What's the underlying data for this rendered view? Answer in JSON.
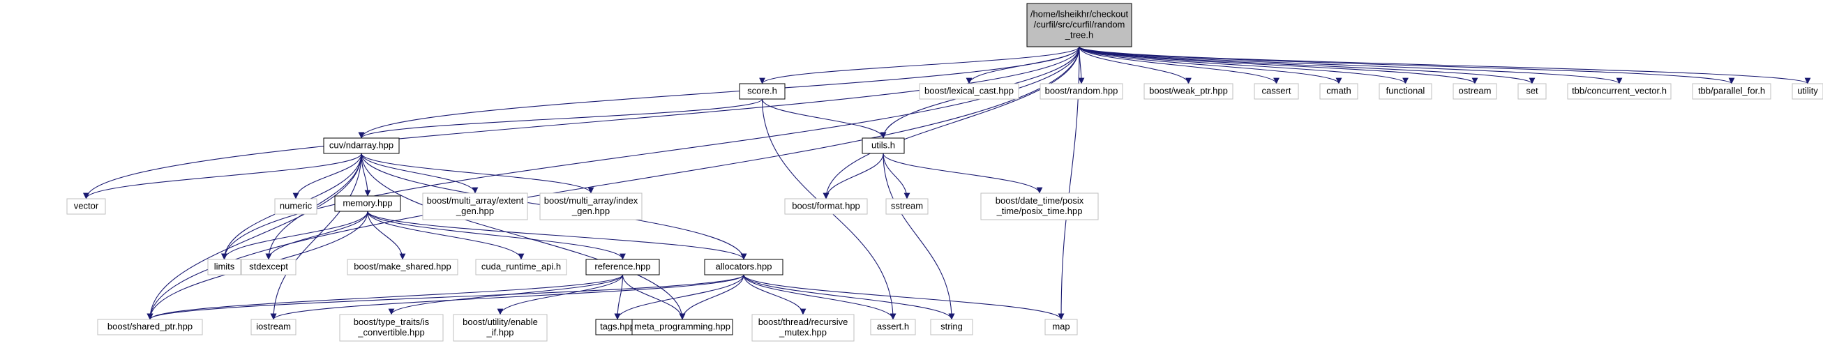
{
  "colors": {
    "root_fill": "#bfbfbf",
    "root_stroke": "#000000",
    "documented_stroke": "#000000",
    "external_stroke": "#bfbfbf",
    "node_fill": "#ffffff",
    "edge": "#191970"
  },
  "nodes": [
    {
      "id": "random_tree",
      "lines": [
        "/home/lsheikhr/checkout",
        "/curfil/src/curfil/random",
        "_tree.h"
      ],
      "kind": "root"
    },
    {
      "id": "score",
      "lines": [
        "score.h"
      ],
      "kind": "documented"
    },
    {
      "id": "cuv_ndarray",
      "lines": [
        "cuv/ndarray.hpp"
      ],
      "kind": "documented"
    },
    {
      "id": "utils",
      "lines": [
        "utils.h"
      ],
      "kind": "documented"
    },
    {
      "id": "memory",
      "lines": [
        "memory.hpp"
      ],
      "kind": "documented"
    },
    {
      "id": "reference",
      "lines": [
        "reference.hpp"
      ],
      "kind": "documented"
    },
    {
      "id": "allocators",
      "lines": [
        "allocators.hpp"
      ],
      "kind": "documented"
    },
    {
      "id": "tags",
      "lines": [
        "tags.hpp"
      ],
      "kind": "documented"
    },
    {
      "id": "meta_programming",
      "lines": [
        "meta_programming.hpp"
      ],
      "kind": "documented"
    },
    {
      "id": "lexical_cast",
      "lines": [
        "boost/lexical_cast.hpp"
      ],
      "kind": "external"
    },
    {
      "id": "random",
      "lines": [
        "boost/random.hpp"
      ],
      "kind": "external"
    },
    {
      "id": "weak_ptr",
      "lines": [
        "boost/weak_ptr.hpp"
      ],
      "kind": "external"
    },
    {
      "id": "cassert",
      "lines": [
        "cassert"
      ],
      "kind": "external"
    },
    {
      "id": "cmath",
      "lines": [
        "cmath"
      ],
      "kind": "external"
    },
    {
      "id": "functional",
      "lines": [
        "functional"
      ],
      "kind": "external"
    },
    {
      "id": "ostream",
      "lines": [
        "ostream"
      ],
      "kind": "external"
    },
    {
      "id": "set",
      "lines": [
        "set"
      ],
      "kind": "external"
    },
    {
      "id": "concurrent_vector",
      "lines": [
        "tbb/concurrent_vector.h"
      ],
      "kind": "external"
    },
    {
      "id": "parallel_for",
      "lines": [
        "tbb/parallel_for.h"
      ],
      "kind": "external"
    },
    {
      "id": "utility",
      "lines": [
        "utility"
      ],
      "kind": "external"
    },
    {
      "id": "vector",
      "lines": [
        "vector"
      ],
      "kind": "external"
    },
    {
      "id": "numeric",
      "lines": [
        "numeric"
      ],
      "kind": "external"
    },
    {
      "id": "extent_gen",
      "lines": [
        "boost/multi_array/extent",
        "_gen.hpp"
      ],
      "kind": "external"
    },
    {
      "id": "index_gen",
      "lines": [
        "boost/multi_array/index",
        "_gen.hpp"
      ],
      "kind": "external"
    },
    {
      "id": "format",
      "lines": [
        "boost/format.hpp"
      ],
      "kind": "external"
    },
    {
      "id": "sstream",
      "lines": [
        "sstream"
      ],
      "kind": "external"
    },
    {
      "id": "posix_time",
      "lines": [
        "boost/date_time/posix",
        "_time/posix_time.hpp"
      ],
      "kind": "external"
    },
    {
      "id": "limits",
      "lines": [
        "limits"
      ],
      "kind": "external"
    },
    {
      "id": "stdexcept",
      "lines": [
        "stdexcept"
      ],
      "kind": "external"
    },
    {
      "id": "make_shared",
      "lines": [
        "boost/make_shared.hpp"
      ],
      "kind": "external"
    },
    {
      "id": "cuda_runtime_api",
      "lines": [
        "cuda_runtime_api.h"
      ],
      "kind": "external"
    },
    {
      "id": "shared_ptr",
      "lines": [
        "boost/shared_ptr.hpp"
      ],
      "kind": "external"
    },
    {
      "id": "iostream",
      "lines": [
        "iostream"
      ],
      "kind": "external"
    },
    {
      "id": "is_convertible",
      "lines": [
        "boost/type_traits/is",
        "_convertible.hpp"
      ],
      "kind": "external"
    },
    {
      "id": "enable_if",
      "lines": [
        "boost/utility/enable",
        "_if.hpp"
      ],
      "kind": "external"
    },
    {
      "id": "recursive_mutex",
      "lines": [
        "boost/thread/recursive",
        "_mutex.hpp"
      ],
      "kind": "external"
    },
    {
      "id": "assert_h",
      "lines": [
        "assert.h"
      ],
      "kind": "external"
    },
    {
      "id": "string",
      "lines": [
        "string"
      ],
      "kind": "external"
    },
    {
      "id": "map",
      "lines": [
        "map"
      ],
      "kind": "external"
    }
  ],
  "edges": [
    [
      "random_tree",
      "score"
    ],
    [
      "random_tree",
      "cuv_ndarray"
    ],
    [
      "random_tree",
      "utils"
    ],
    [
      "random_tree",
      "lexical_cast"
    ],
    [
      "random_tree",
      "random"
    ],
    [
      "random_tree",
      "weak_ptr"
    ],
    [
      "random_tree",
      "cassert"
    ],
    [
      "random_tree",
      "cmath"
    ],
    [
      "random_tree",
      "functional"
    ],
    [
      "random_tree",
      "ostream"
    ],
    [
      "random_tree",
      "set"
    ],
    [
      "random_tree",
      "concurrent_vector"
    ],
    [
      "random_tree",
      "parallel_for"
    ],
    [
      "random_tree",
      "utility"
    ],
    [
      "random_tree",
      "vector"
    ],
    [
      "random_tree",
      "limits"
    ],
    [
      "random_tree",
      "shared_ptr"
    ],
    [
      "random_tree",
      "format"
    ],
    [
      "random_tree",
      "map"
    ],
    [
      "score",
      "cuv_ndarray"
    ],
    [
      "score",
      "utils"
    ],
    [
      "score",
      "assert_h"
    ],
    [
      "cuv_ndarray",
      "vector"
    ],
    [
      "cuv_ndarray",
      "numeric"
    ],
    [
      "cuv_ndarray",
      "memory"
    ],
    [
      "cuv_ndarray",
      "extent_gen"
    ],
    [
      "cuv_ndarray",
      "index_gen"
    ],
    [
      "cuv_ndarray",
      "allocators"
    ],
    [
      "cuv_ndarray",
      "meta_programming"
    ],
    [
      "cuv_ndarray",
      "limits"
    ],
    [
      "cuv_ndarray",
      "stdexcept"
    ],
    [
      "cuv_ndarray",
      "shared_ptr"
    ],
    [
      "cuv_ndarray",
      "iostream"
    ],
    [
      "utils",
      "format"
    ],
    [
      "utils",
      "sstream"
    ],
    [
      "utils",
      "posix_time"
    ],
    [
      "utils",
      "string"
    ],
    [
      "memory",
      "limits"
    ],
    [
      "memory",
      "stdexcept"
    ],
    [
      "memory",
      "make_shared"
    ],
    [
      "memory",
      "cuda_runtime_api"
    ],
    [
      "memory",
      "reference"
    ],
    [
      "memory",
      "allocators"
    ],
    [
      "memory",
      "shared_ptr"
    ],
    [
      "reference",
      "shared_ptr"
    ],
    [
      "reference",
      "is_convertible"
    ],
    [
      "reference",
      "enable_if"
    ],
    [
      "reference",
      "tags"
    ],
    [
      "reference",
      "meta_programming"
    ],
    [
      "allocators",
      "shared_ptr"
    ],
    [
      "allocators",
      "iostream"
    ],
    [
      "allocators",
      "tags"
    ],
    [
      "allocators",
      "meta_programming"
    ],
    [
      "allocators",
      "recursive_mutex"
    ],
    [
      "allocators",
      "assert_h"
    ],
    [
      "allocators",
      "string"
    ],
    [
      "allocators",
      "map"
    ]
  ]
}
